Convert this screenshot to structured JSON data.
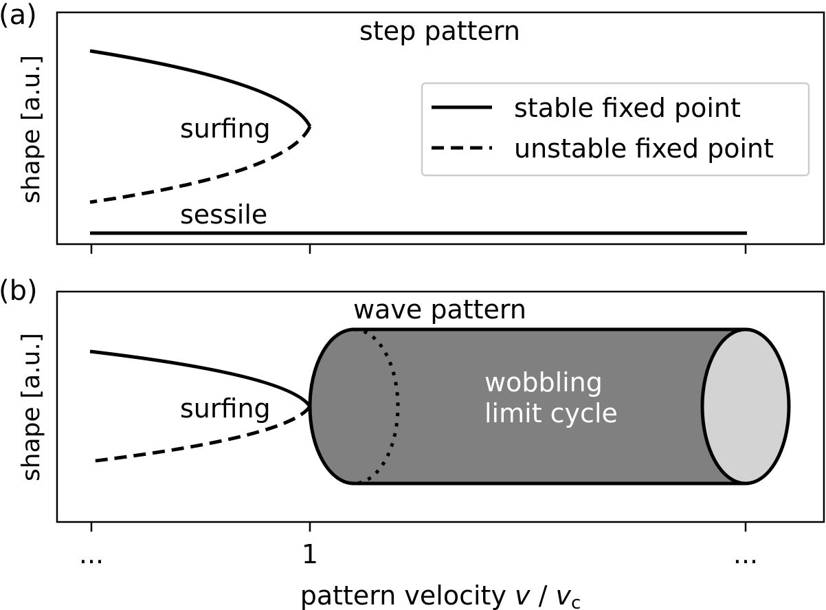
{
  "panel_a": {
    "label": "(a)",
    "title": "step pattern",
    "ylabel": "shape [a.u.]",
    "annotations": {
      "surfing": "surfing",
      "sessile": "sessile"
    }
  },
  "panel_b": {
    "label": "(b)",
    "title": "wave pattern",
    "ylabel": "shape [a.u.]",
    "annotations": {
      "surfing": "surfing",
      "cycle_line1": "wobbling",
      "cycle_line2": "limit cycle"
    }
  },
  "legend": {
    "stable": "stable fixed point",
    "unstable": "unstable fixed point"
  },
  "x_axis": {
    "ticks": [
      "...",
      "1",
      "..."
    ],
    "label_prefix": "pattern velocity ",
    "label_v": "v",
    "label_slash": " / ",
    "label_vc": "v",
    "label_sub": "c"
  },
  "colors": {
    "line": "#000000",
    "cylinder_body": "#808080",
    "cylinder_cap": "#d3d3d3",
    "legend_border": "#cccccc"
  }
}
